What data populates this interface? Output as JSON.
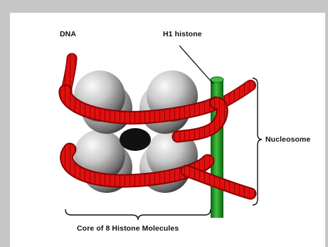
{
  "labels": {
    "dna": "DNA",
    "h1": "H1 histone",
    "nucleosome": "Nucleosome",
    "core": "Core of 8 Histone Molecules"
  },
  "colors": {
    "frame": "#c6c6c6",
    "dna_red": "#e01010",
    "dna_dark": "#8a0000",
    "histone_green": "#1f8a22",
    "histone_light": "#3fbf3f",
    "sphere_light": "#f2f2f2",
    "sphere_dark": "#5a5a5a"
  }
}
